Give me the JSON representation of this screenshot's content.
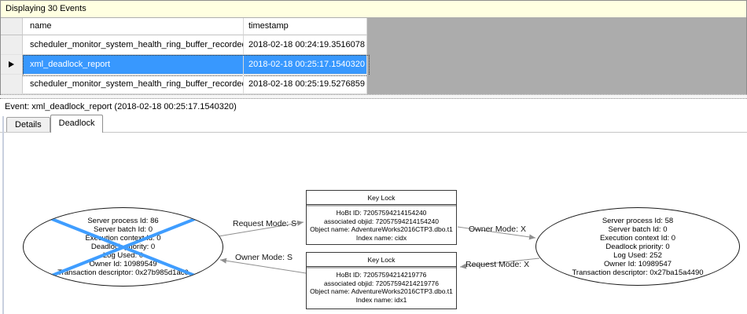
{
  "events_pane": {
    "title": "Displaying 30 Events",
    "columns": {
      "name": "name",
      "timestamp": "timestamp"
    },
    "rows": [
      {
        "name": "scheduler_monitor_system_health_ring_buffer_recorded",
        "timestamp": "2018-02-18 00:24:19.3516078",
        "selected": false
      },
      {
        "name": "xml_deadlock_report",
        "timestamp": "2018-02-18 00:25:17.1540320",
        "selected": true
      },
      {
        "name": "scheduler_monitor_system_health_ring_buffer_recorded",
        "timestamp": "2018-02-18 00:25:19.5276859",
        "selected": false
      }
    ]
  },
  "event_label": "Event: xml_deadlock_report (2018-02-18 00:25:17.1540320)",
  "tabs": [
    {
      "label": "Details",
      "active": false
    },
    {
      "label": "Deadlock",
      "active": true
    }
  ],
  "deadlock_graph": {
    "victim_process": {
      "lines": [
        "Server process Id: 86",
        "Server batch Id: 0",
        "Execution context Id: 0",
        "Deadlock priority: 0",
        "Log Used: 0",
        "Owner Id: 10989549",
        "Transaction descriptor: 0x27b985d1ac0"
      ]
    },
    "other_process": {
      "lines": [
        "Server process Id: 58",
        "Server batch Id: 0",
        "Execution context Id: 0",
        "Deadlock priority: 0",
        "Log Used: 252",
        "Owner Id: 10989547",
        "Transaction descriptor: 0x27ba15a4490"
      ]
    },
    "resources": [
      {
        "title": "Key Lock",
        "lines": [
          "HoBt ID: 72057594214154240",
          "associated objid: 72057594214154240",
          "Object name: AdventureWorks2016CTP3.dbo.t1",
          "Index name: cidx"
        ]
      },
      {
        "title": "Key Lock",
        "lines": [
          "HoBt ID: 72057594214219776",
          "associated objid: 72057594214219776",
          "Object name: AdventureWorks2016CTP3.dbo.t1",
          "Index name: idx1"
        ]
      }
    ],
    "edges": [
      {
        "label": "Request Mode: S"
      },
      {
        "label": "Owner Mode: S"
      },
      {
        "label": "Owner Mode: X"
      },
      {
        "label": "Request Mode: X"
      }
    ]
  },
  "colors": {
    "selection": "#3898fe",
    "info_bar": "#FFFFE1",
    "victim_x": "#3f9dff",
    "grid_filler": "#acacac"
  }
}
